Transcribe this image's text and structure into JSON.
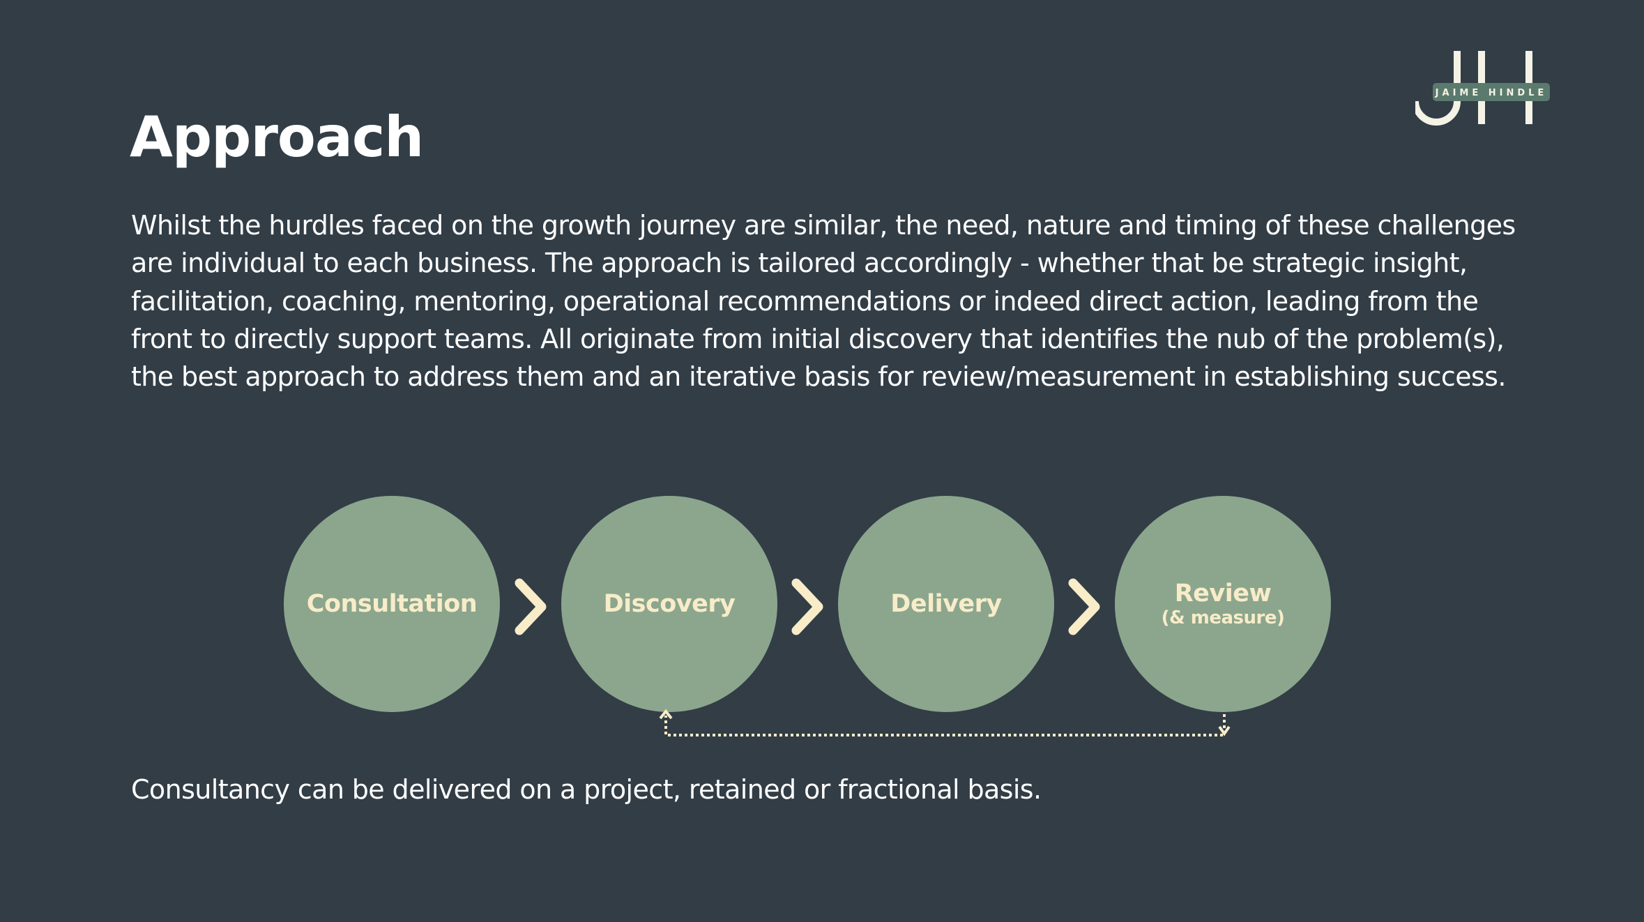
{
  "title": "Approach",
  "intro": "Whilst the hurdles faced on the growth journey are similar, the need, nature and timing of these challenges are individual to each business. The approach is tailored accordingly - whether that be strategic insight, facilitation, coaching, mentoring, operational recommendations or indeed direct action, leading from the front to directly support teams. All originate from initial discovery that identifies the nub of the problem(s), the best approach to address them and an iterative basis for review/measurement in establishing success.",
  "steps": [
    {
      "label": "Consultation"
    },
    {
      "label": "Discovery"
    },
    {
      "label": "Delivery"
    },
    {
      "label": "Review",
      "sub": "(& measure)"
    }
  ],
  "footer": "Consultancy can be delivered on a project, retained or fractional basis.",
  "logo": {
    "initials": "JH",
    "name": "JAIME HINDLE"
  },
  "colors": {
    "background": "#323d46",
    "circle": "#8ba68d",
    "cream": "#f8ecc9",
    "logo_bar": "#5b7a6e"
  }
}
